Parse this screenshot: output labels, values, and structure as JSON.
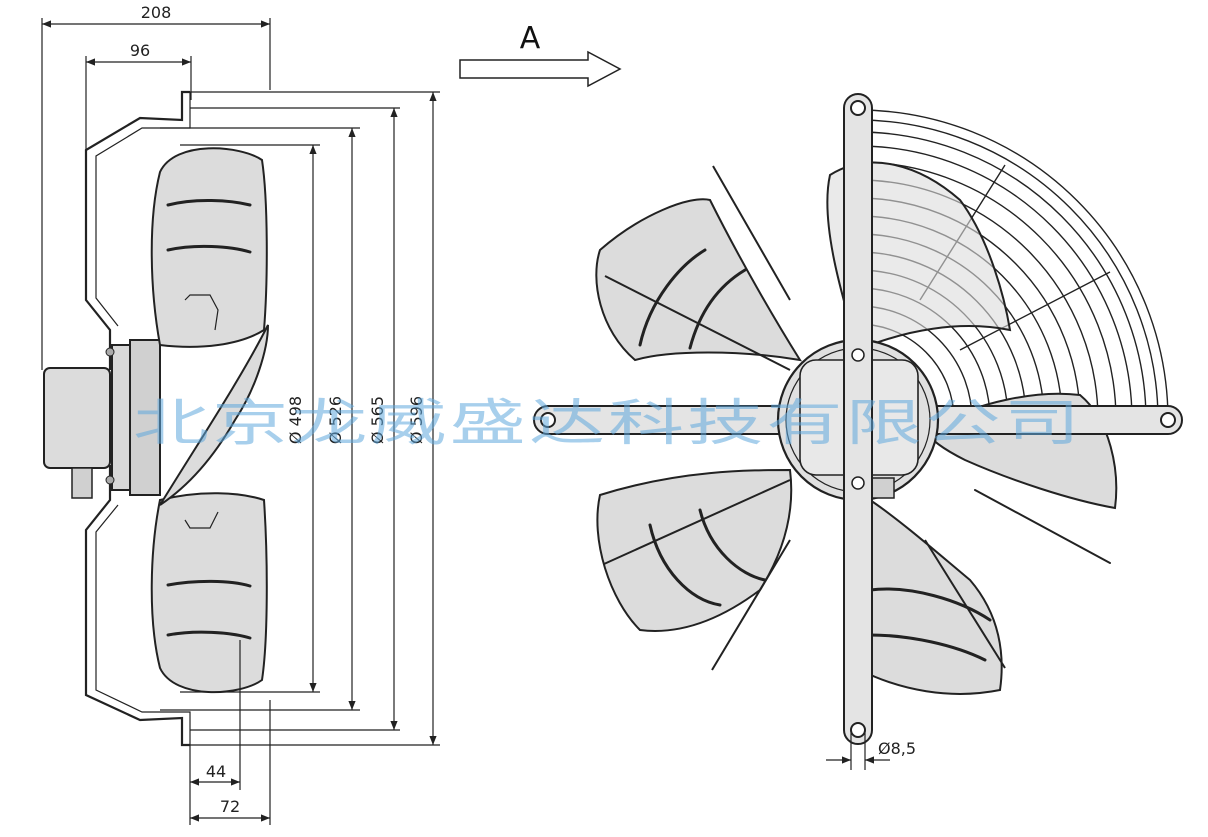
{
  "dimensions": {
    "d208": "208",
    "d96": "96",
    "d44": "44",
    "d72": "72",
    "dia498": "Ø 498",
    "dia526": "Ø 526",
    "dia565": "Ø 565",
    "dia596": "Ø 596",
    "hole": "Ø8,5"
  },
  "view_label": "A",
  "watermark": "北京龙威盛达科技有限公司"
}
